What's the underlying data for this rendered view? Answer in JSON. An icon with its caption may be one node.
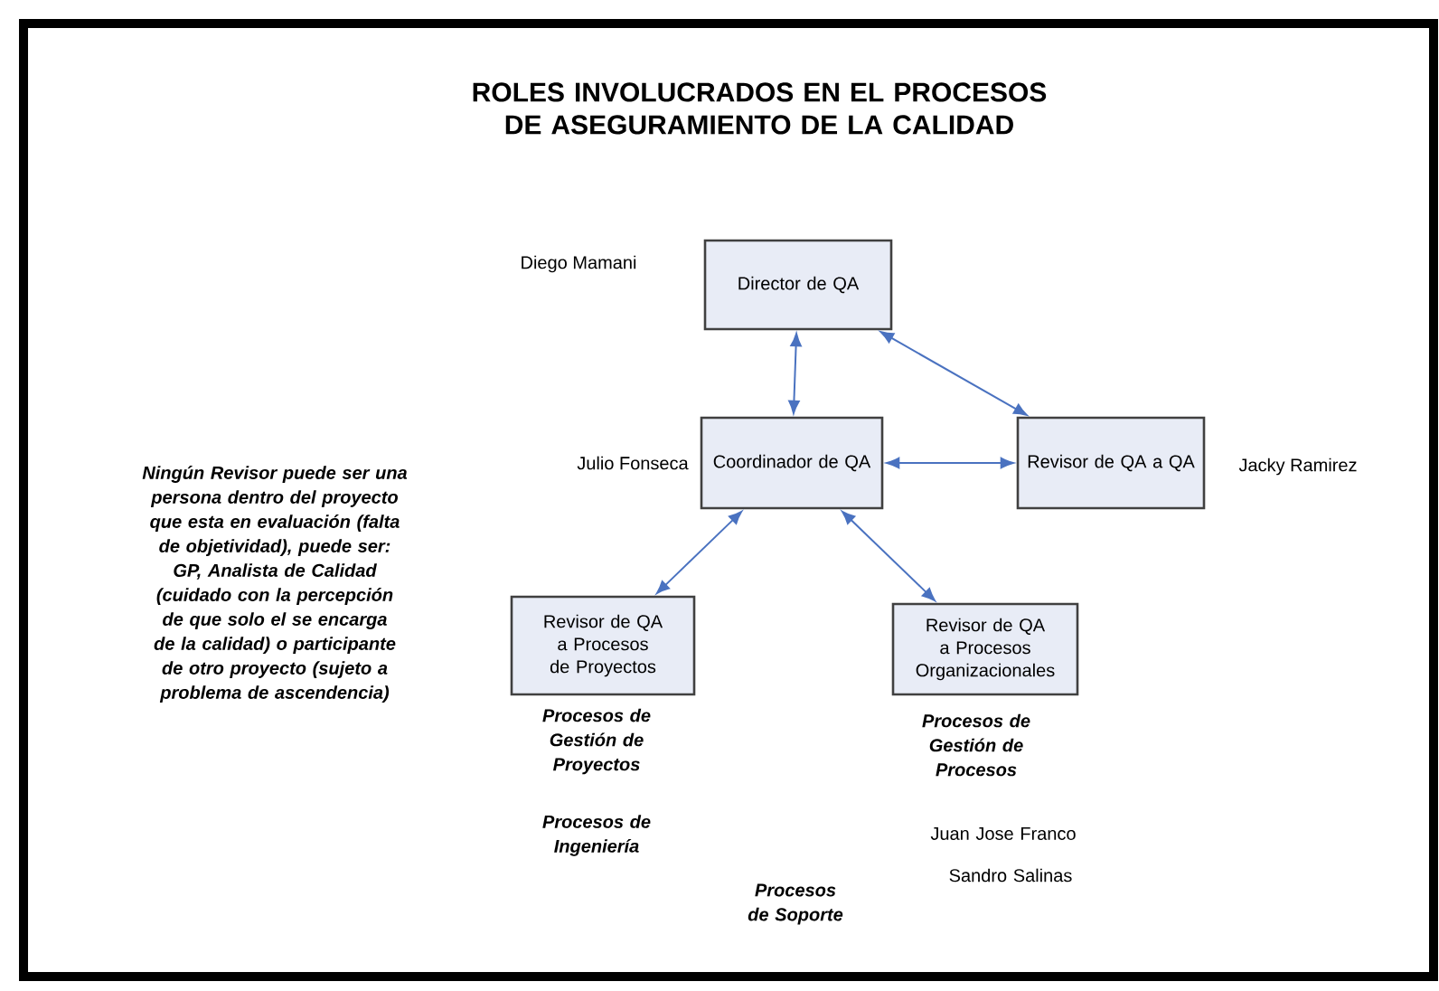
{
  "diagram": {
    "title": "ROLES INVOLUCRADOS EN EL PROCESOS DE ASEGURAMIENTO DE LA CALIDAD",
    "nodes": [
      {
        "text": [
          "Director de QA"
        ],
        "beside": [
          "Diego Mamani"
        ]
      },
      {
        "text": [
          "Coordinador de QA"
        ],
        "beside": [
          "Julio Fonseca"
        ]
      },
      {
        "text": [
          "Revisor de QA a QA"
        ],
        "beside": [
          "Jacky Ramirez"
        ]
      },
      {
        "text": [
          "Revisor de QA a Procesos de Proyectos"
        ]
      },
      {
        "text": [
          "Revisor de QA a Procesos Organizacionales"
        ]
      }
    ],
    "edges": [
      {
        "from": 0,
        "to": 1,
        "arrow": "both"
      },
      {
        "from": 0,
        "to": 2,
        "arrow": "both"
      },
      {
        "from": 1,
        "to": 2,
        "arrow": "both"
      },
      {
        "from": 1,
        "to": 3,
        "arrow": "both"
      },
      {
        "from": 1,
        "to": 4,
        "arrow": "both"
      }
    ],
    "labels": [
      "Ningún Revisor puede ser una persona dentro del proyecto que esta en evaluación (falta de objetividad), puede ser: GP, Analista de Calidad (cuidado con la percepción de que solo el se encarga de la calidad) o participante de otro proyecto (sujeto a problema de ascendencia)",
      "Procesos de Gestión de Proyectos",
      "Procesos de Ingeniería",
      "Procesos de Gestión de Procesos",
      "Juan Jose Franco",
      "Sandro Salinas",
      "Procesos de Soporte"
    ]
  }
}
